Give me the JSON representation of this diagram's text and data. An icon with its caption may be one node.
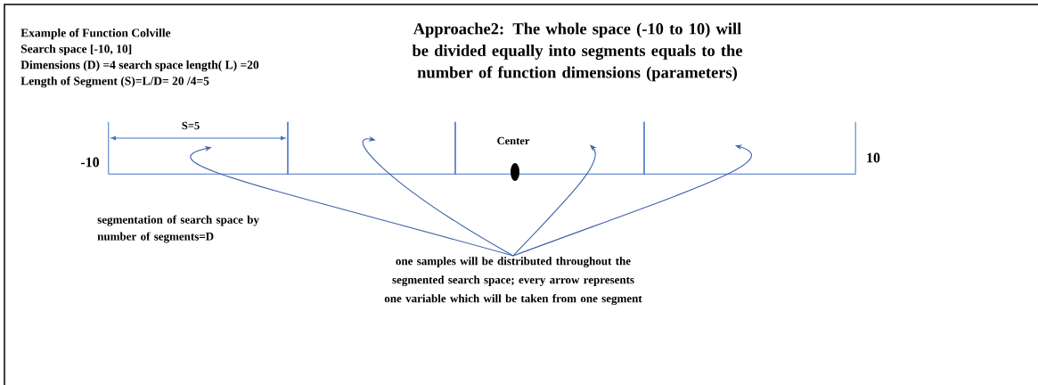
{
  "diagram": {
    "title": "Approache2: The whole space (-10 to 10) will be divided equally into segments equals to the number of function dimensions (parameters)",
    "nodes": [
      {
        "text": [
          "one samples will be distributed throughout the segmented search space; every arrow represents one variable which will be taken from one segment"
        ]
      },
      {
        "text": [],
        "shape": "box"
      },
      {
        "text": [],
        "shape": "box"
      },
      {
        "text": [],
        "shape": "box"
      },
      {
        "text": [],
        "shape": "box"
      }
    ],
    "edges": [
      {
        "from": 0,
        "to": 1,
        "arrow": "to"
      },
      {
        "from": 0,
        "to": 2,
        "arrow": "to"
      },
      {
        "from": 0,
        "to": 3,
        "arrow": "to"
      },
      {
        "from": 0,
        "to": 4,
        "arrow": "to"
      }
    ],
    "labels": [
      "Example of Function Colville",
      "Search space [-10, 10]",
      "Dimensions (D) =4  search space length( L) =20",
      "Length of Segment (S)=L/D= 20 /4=5",
      "S=5",
      "-10",
      "Center",
      "10",
      "segmentation of search space by number of segments=D"
    ]
  }
}
